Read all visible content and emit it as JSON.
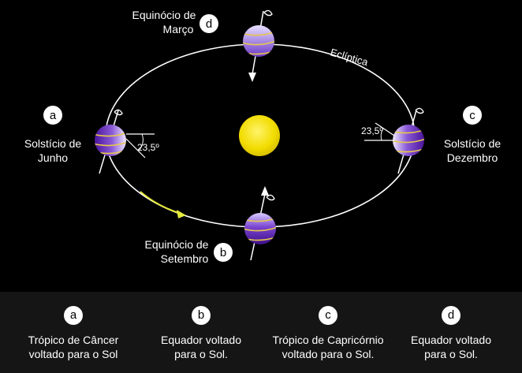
{
  "diagram": {
    "orbit_label": "Eclíptica",
    "angle_label": "23,5º",
    "colors": {
      "sun": "#f5e100",
      "orbit": "#ffffff",
      "arrow": "#e6ea3a",
      "planet_dark": "#5a1fa8",
      "planet_light": "#e6dcff",
      "tropic_band": "#e8c84a"
    },
    "positions": {
      "a": {
        "letter": "a",
        "label_line1": "Solstício de",
        "label_line2": "Junho"
      },
      "b": {
        "letter": "b",
        "label_line1": "Equinócio de",
        "label_line2": "Setembro"
      },
      "c": {
        "letter": "c",
        "label_line1": "Solstício de",
        "label_line2": "Dezembro"
      },
      "d": {
        "letter": "d",
        "label_line1": "Equinócio de",
        "label_line2": "Março"
      }
    }
  },
  "legend": [
    {
      "letter": "a",
      "line1": "Trópico de Câncer",
      "line2": "voltado para o Sol"
    },
    {
      "letter": "b",
      "line1": "Equador voltado",
      "line2": "para o Sol."
    },
    {
      "letter": "c",
      "line1": "Trópico de Capricórnio",
      "line2": "voltado para o Sol."
    },
    {
      "letter": "d",
      "line1": "Equador voltado",
      "line2": "para o Sol."
    }
  ]
}
